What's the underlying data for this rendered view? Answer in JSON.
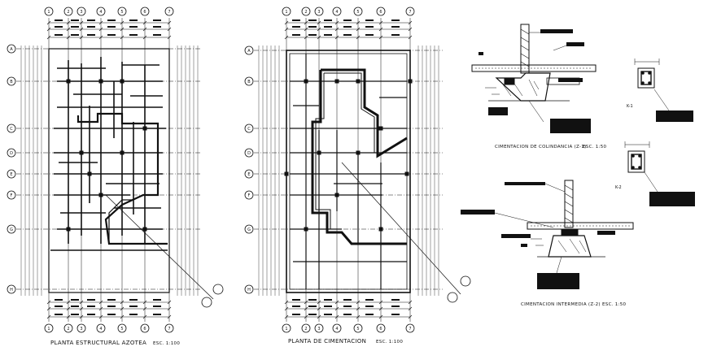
{
  "drawing": {
    "plan_roof": {
      "title": "PLANTA ESTRUCTURAL AZOTEA",
      "scale": "ESC. 1:100"
    },
    "plan_foundation": {
      "title": "PLANTA DE CIMENTACION",
      "scale": "ESC. 1:100"
    },
    "detail_z1": {
      "title": "CIMENTACION DE COLINDANCIA (Z-1)",
      "scale": "ESC. 1:50"
    },
    "detail_z2": {
      "title": "CIMENTACION INTERMEDIA (Z-2)",
      "scale": "ESC. 1:50"
    },
    "section_k1": {
      "label": "K-1"
    },
    "section_k2": {
      "label": "K-2"
    }
  },
  "grid": {
    "columns": [
      "1",
      "2",
      "3",
      "4",
      "5",
      "6",
      "7"
    ],
    "rows": [
      "A",
      "B",
      "C",
      "D",
      "E",
      "F",
      "G",
      "H"
    ]
  },
  "colors": {
    "ink": "#111111",
    "paper": "#ffffff"
  }
}
